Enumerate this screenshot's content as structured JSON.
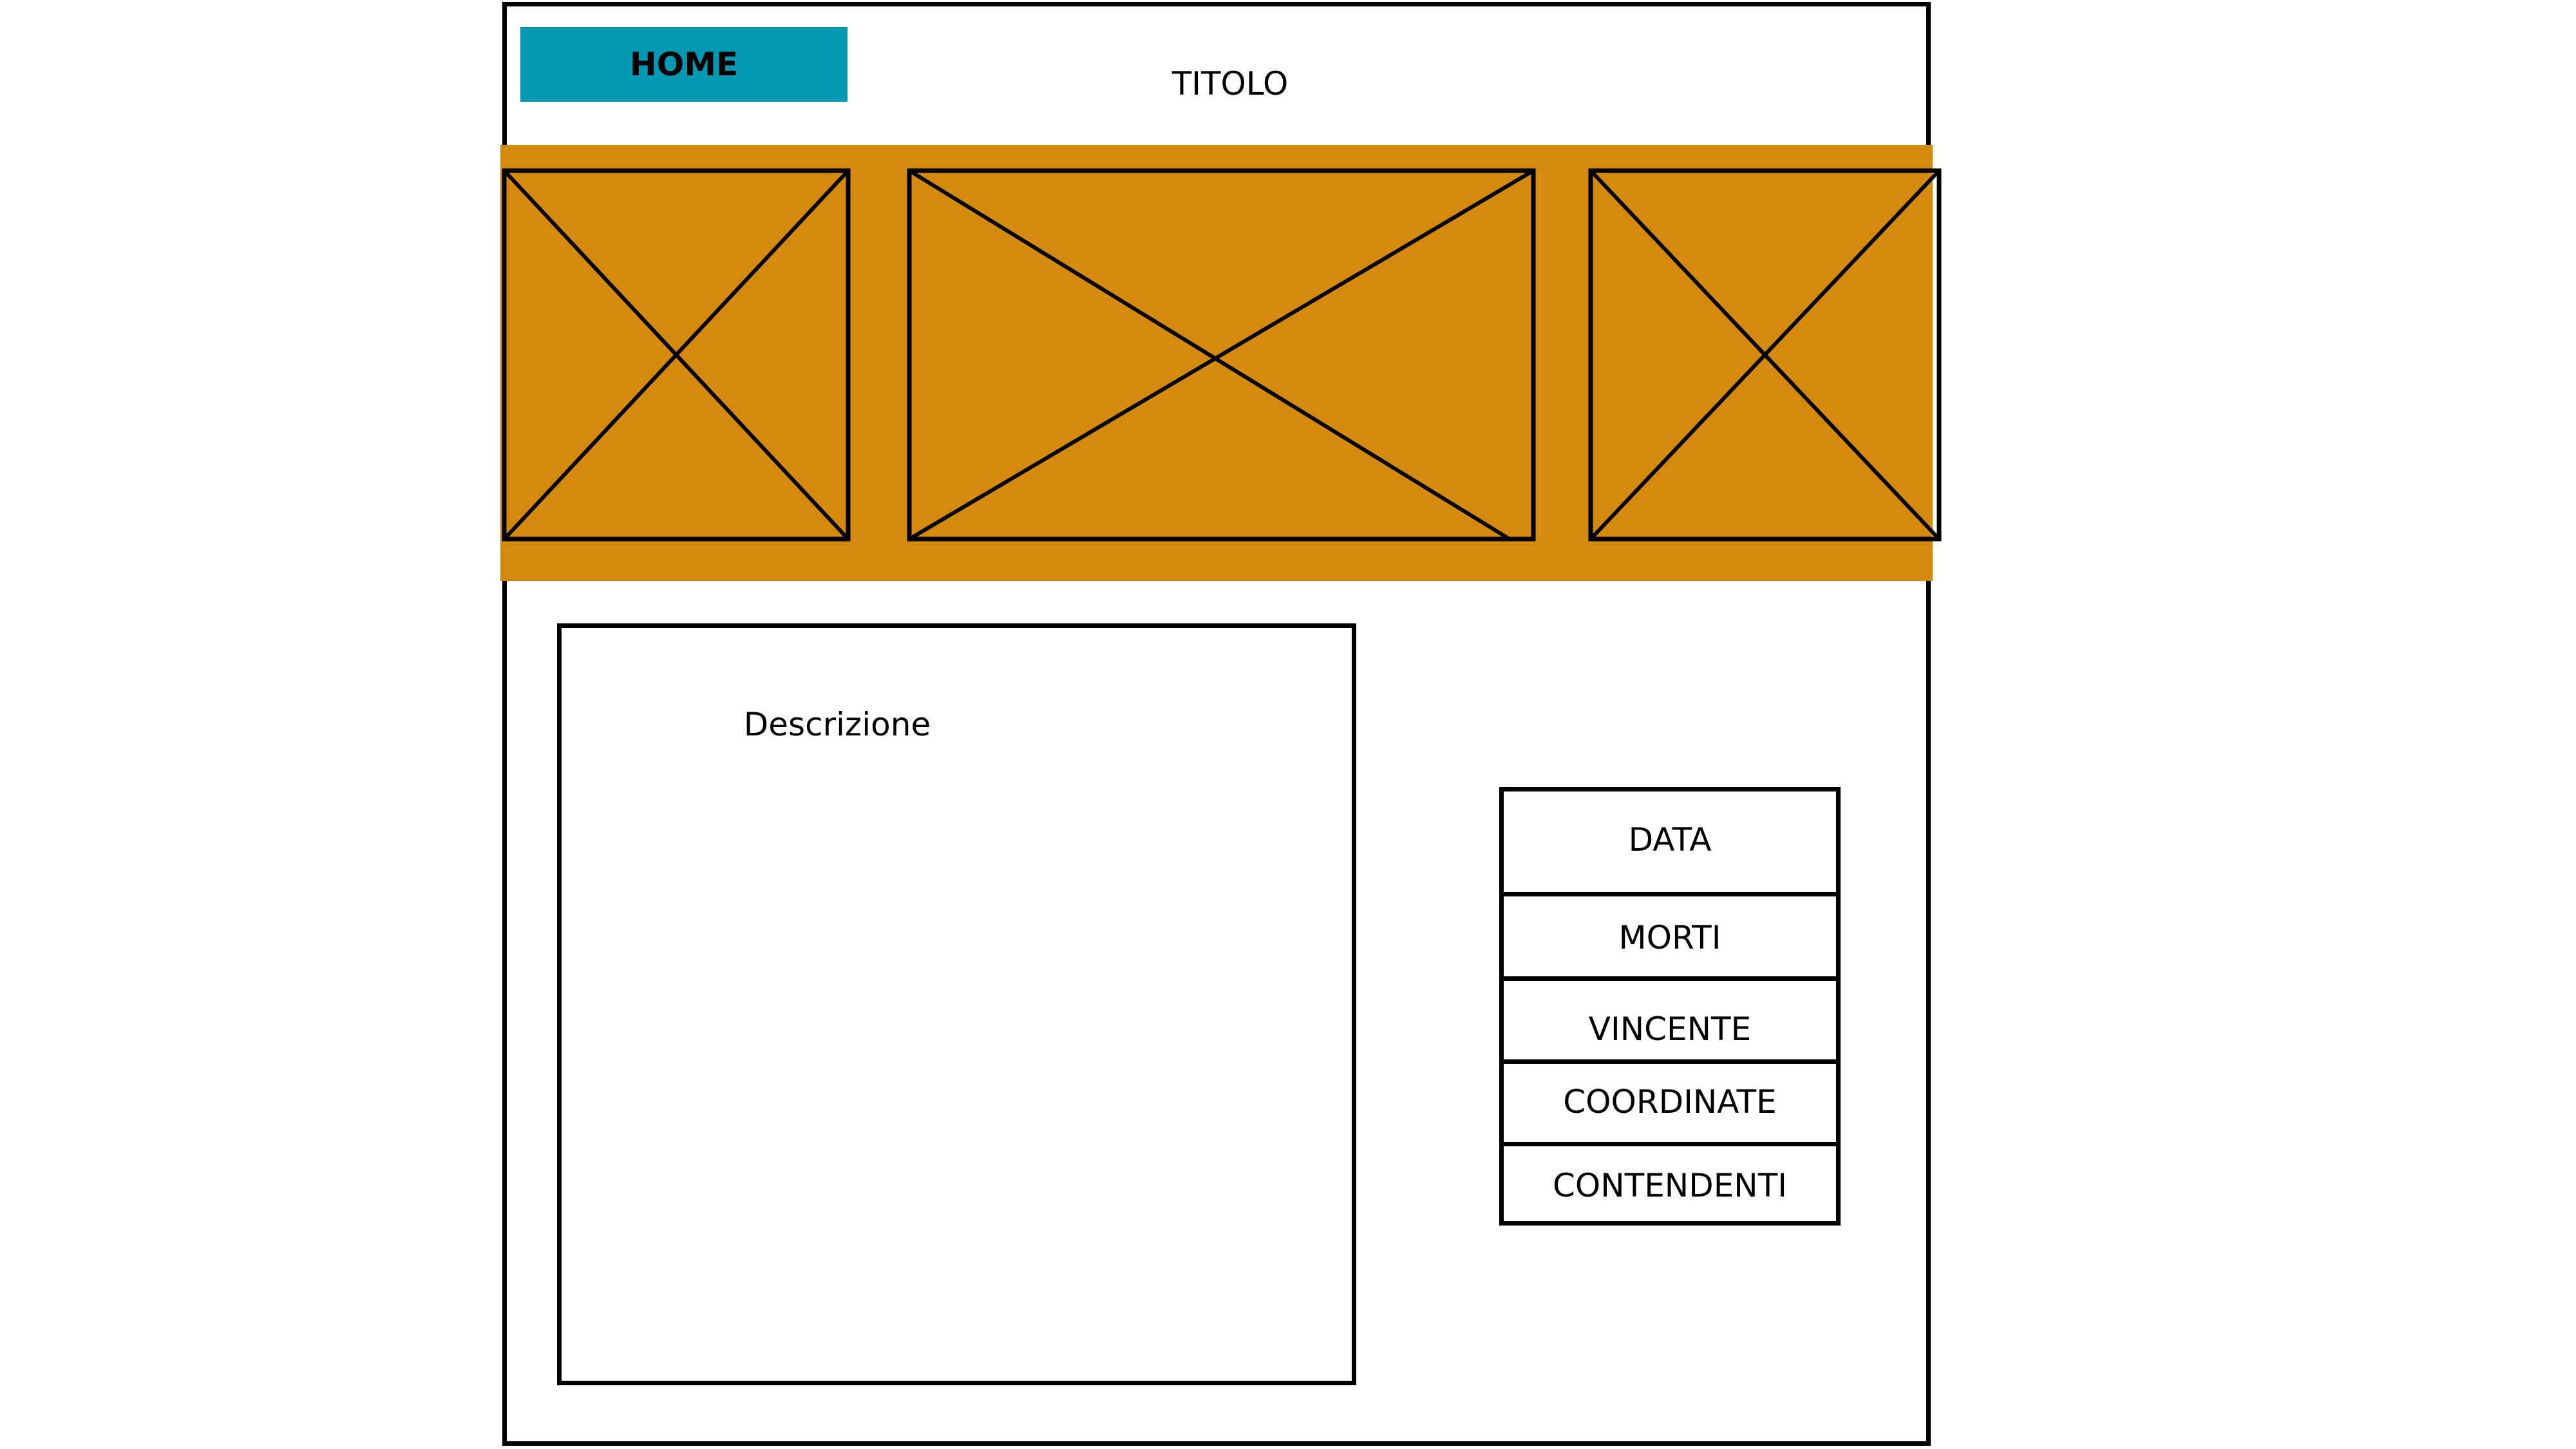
{
  "header": {
    "home_label": "HOME",
    "title": "TITOLO",
    "home_color": "#0399b3"
  },
  "banner": {
    "color": "#d38a0e",
    "placeholders": [
      "image-placeholder",
      "image-placeholder",
      "image-placeholder"
    ]
  },
  "content": {
    "description_label": "Descrizione"
  },
  "info_table": {
    "rows": [
      "DATA",
      "MORTI",
      "VINCENTE",
      "COORDINATE",
      "CONTENDENTI"
    ]
  }
}
